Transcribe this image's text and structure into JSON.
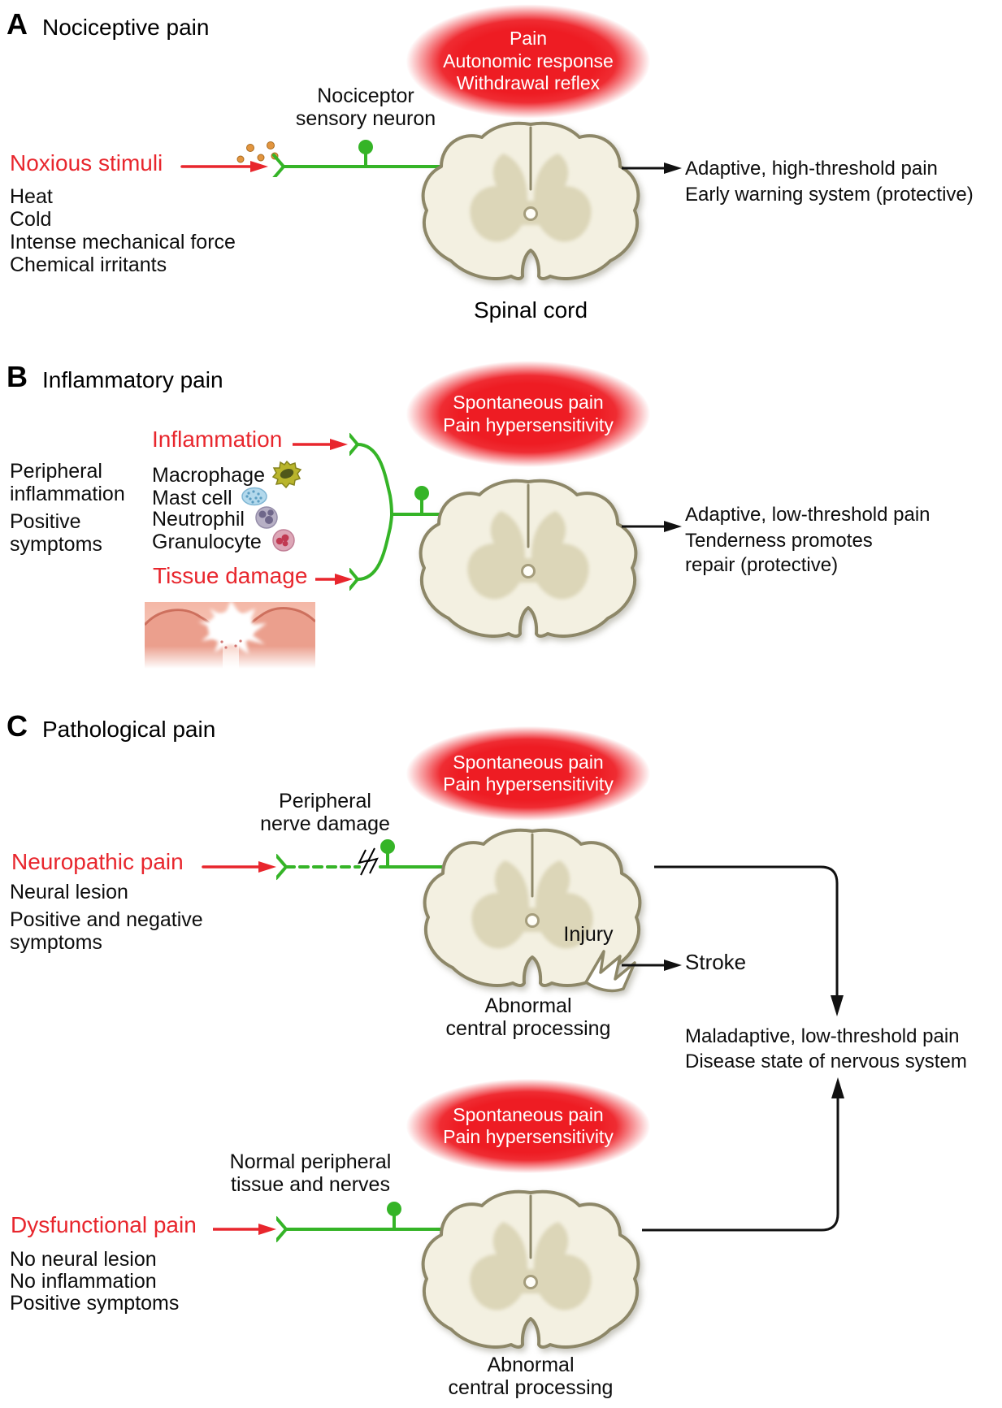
{
  "colors": {
    "highlight_red": "#ee1c23",
    "label_red": "#e8262d",
    "neuron_green": "#35b427",
    "cord_fill": "#f3f0e1",
    "cord_outline": "#8d8768",
    "gray_matter": "#dcd6b8"
  },
  "sectionA": {
    "letter": "A",
    "title": "Nociceptive pain",
    "ellipse_line1": "Pain",
    "ellipse_line2": "Autonomic response",
    "ellipse_line3": "Withdrawal reflex",
    "neuron_label_line1": "Nociceptor",
    "neuron_label_line2": "sensory neuron",
    "stimulus_label": "Noxious stimuli",
    "stimuli": [
      "Heat",
      "Cold",
      "Intense mechanical force",
      "Chemical irritants"
    ],
    "outcome_line1": "Adaptive, high-threshold pain",
    "outcome_line2": "Early warning system (protective)",
    "cord_label": "Spinal cord"
  },
  "sectionB": {
    "letter": "B",
    "title": "Inflammatory pain",
    "ellipse_line1": "Spontaneous pain",
    "ellipse_line2": "Pain hypersensitivity",
    "left_lines": [
      "Peripheral",
      "inflammation",
      "Positive",
      "symptoms"
    ],
    "inflammation_label": "Inflammation",
    "cells": [
      {
        "label": "Macrophage",
        "icon": "macrophage-cell-icon"
      },
      {
        "label": "Mast cell",
        "icon": "mast-cell-icon"
      },
      {
        "label": "Neutrophil",
        "icon": "neutrophil-cell-icon"
      },
      {
        "label": "Granulocyte",
        "icon": "granulocyte-cell-icon"
      }
    ],
    "tissue_label": "Tissue damage",
    "outcome_line1": "Adaptive, low-threshold pain",
    "outcome_line2": "Tenderness promotes",
    "outcome_line3": "repair (protective)"
  },
  "sectionC": {
    "letter": "C",
    "title": "Pathological pain",
    "ellipse_top_line1": "Spontaneous pain",
    "ellipse_top_line2": "Pain hypersensitivity",
    "nerve_damage_line1": "Peripheral",
    "nerve_damage_line2": "nerve damage",
    "neuropathic_label": "Neuropathic pain",
    "neuropathic_lines": [
      "Neural lesion",
      "Positive and negative",
      "symptoms"
    ],
    "injury_label": "Injury",
    "stroke_label": "Stroke",
    "abnormal_top_line1": "Abnormal",
    "abnormal_top_line2": "central processing",
    "outcome_line1": "Maladaptive, low-threshold pain",
    "outcome_line2": "Disease state of nervous system",
    "ellipse_bottom_line1": "Spontaneous pain",
    "ellipse_bottom_line2": "Pain hypersensitivity",
    "normal_line1": "Normal peripheral",
    "normal_line2": "tissue and nerves",
    "dysfunctional_label": "Dysfunctional pain",
    "dysfunctional_lines": [
      "No neural lesion",
      "No inflammation",
      "Positive symptoms"
    ],
    "abnormal_bottom_line1": "Abnormal",
    "abnormal_bottom_line2": "central processing"
  }
}
